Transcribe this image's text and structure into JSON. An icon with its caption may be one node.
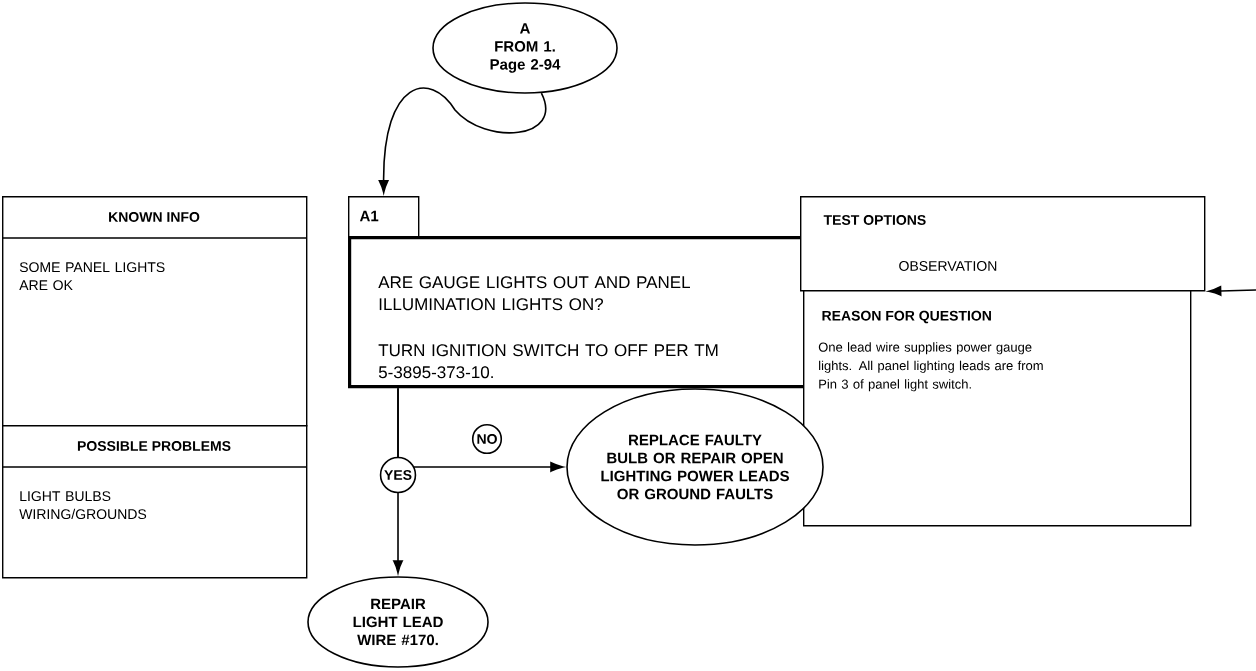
{
  "diagram": {
    "nodes": [
      {
        "text": [
          "A",
          "FROM 1. Page 2-94"
        ]
      },
      {
        "text": [
          "KNOWN INFO",
          "SOME PANEL LIGHTS ARE OK"
        ]
      },
      {
        "text": [
          "POSSIBLE PROBLEMS",
          "LIGHT BULBS WIRING/GROUNDS"
        ]
      },
      {
        "text": [
          "A1"
        ]
      },
      {
        "text": [
          "ARE GAUGE LIGHTS OUT AND PANEL ILLUMINATION LIGHTS ON?",
          "TURN IGNITION SWITCH TO OFF PER TM 5-3895-373-10."
        ]
      },
      {
        "text": [
          "TEST OPTIONS",
          "OBSERVATION"
        ]
      },
      {
        "text": [
          "REASON FOR QUESTION",
          "One lead wire supplies power gauge lights. All panel lighting leads are from Pin 3 of panel light switch."
        ]
      },
      {
        "text": [
          "REPAIR LIGHT LEAD WIRE #170."
        ]
      },
      {
        "text": [
          "REPLACE FAULTY BULB OR REPAIR OPEN LIGHTING POWER LEADS OR GROUND FAULTS"
        ]
      }
    ],
    "edges": [
      {
        "from": 0,
        "to": 3,
        "arrow": "to"
      },
      {
        "from": 4,
        "to": 7,
        "arrow": "to",
        "label": "YES"
      },
      {
        "from": 4,
        "to": 8,
        "arrow": "to",
        "label": "NO"
      },
      {
        "from": null,
        "to": 5,
        "arrow": "to"
      }
    ]
  }
}
